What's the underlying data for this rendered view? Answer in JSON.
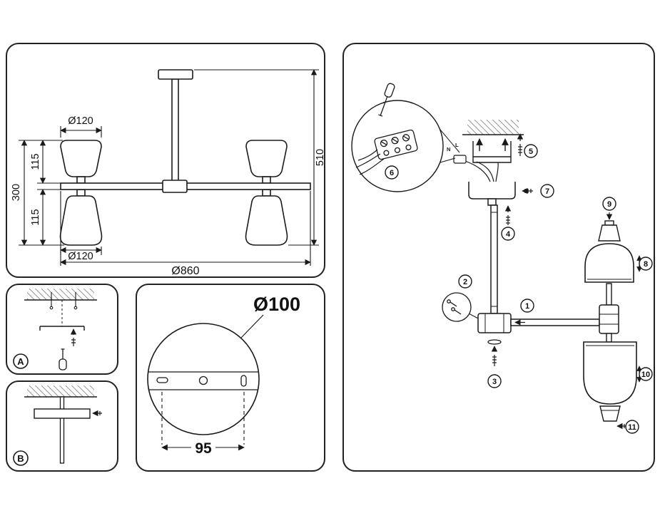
{
  "main_view": {
    "dim_top_shade_diameter": "Ø120",
    "dim_upper_shade_height": "115",
    "dim_lower_shade_height": "115",
    "dim_shade_block_height": "300",
    "dim_bottom_shade_diameter": "Ø120",
    "dim_overall_width": "Ø860",
    "dim_overall_height": "510"
  },
  "mount_step_a": {
    "label": "A"
  },
  "mount_step_b": {
    "label": "B"
  },
  "plate_detail": {
    "dim_plate_diameter": "Ø100",
    "dim_hole_spacing": "95"
  },
  "assembly_view": {
    "wire_label_n": "N",
    "wire_label_l": "L",
    "parts": [
      {
        "num": "1"
      },
      {
        "num": "2"
      },
      {
        "num": "3"
      },
      {
        "num": "4"
      },
      {
        "num": "5"
      },
      {
        "num": "6"
      },
      {
        "num": "7"
      },
      {
        "num": "8"
      },
      {
        "num": "9"
      },
      {
        "num": "10"
      },
      {
        "num": "11"
      }
    ]
  },
  "colors": {
    "line": "#1a1a1a",
    "background": "#ffffff"
  }
}
